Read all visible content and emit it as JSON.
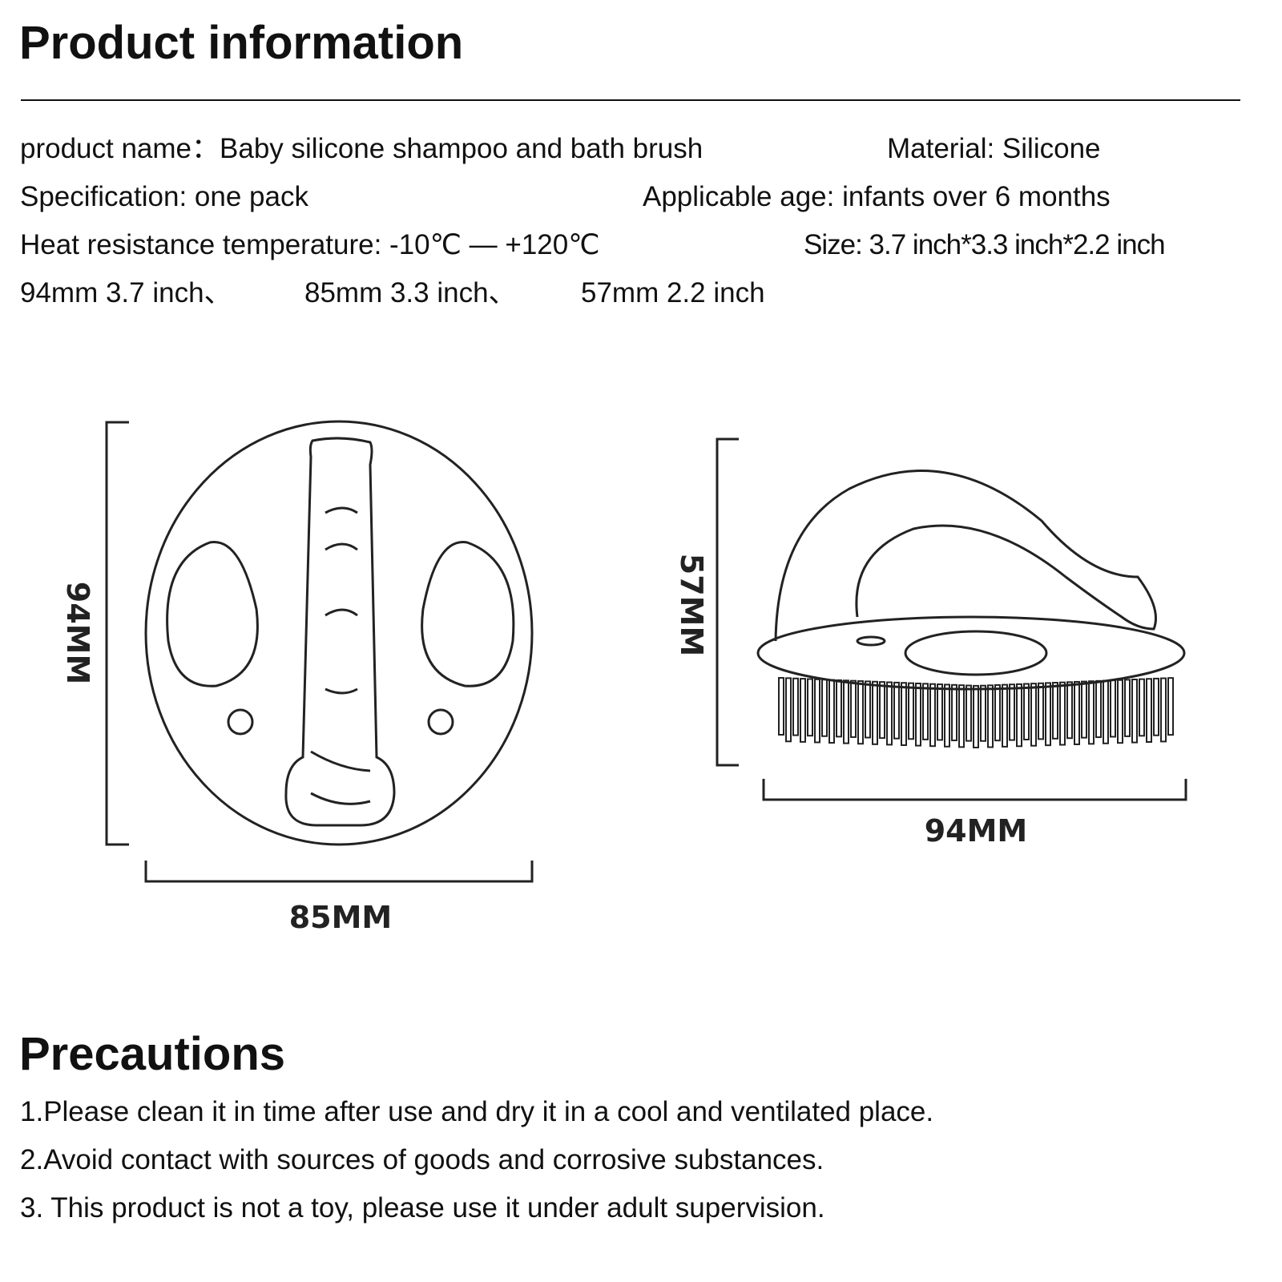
{
  "header": {
    "title": "Product information"
  },
  "info": {
    "product_name": "product name：Baby silicone shampoo and bath brush",
    "material": "Material: Silicone",
    "specification": "Specification: one pack",
    "applicable_age": "Applicable age: infants over 6 months",
    "heat_resistance": "Heat resistance temperature: -10℃ — +120℃",
    "size": "Size: 3.7 inch*3.3 inch*2.2 inch",
    "dim_94": "94mm  3.7 inch、",
    "dim_85": "85mm  3.3 inch、",
    "dim_57": "57mm  2.2 inch"
  },
  "diagram": {
    "front_height": "94MM",
    "front_width": "85MM",
    "side_height": "57MM",
    "side_width": "94MM"
  },
  "precautions": {
    "title": "Precautions",
    "items": [
      "1.Please clean it in time after use and dry it in a cool and ventilated place.",
      "2.Avoid contact with sources of goods and corrosive substances.",
      "3. This product is not a toy, please use it under adult supervision."
    ]
  }
}
